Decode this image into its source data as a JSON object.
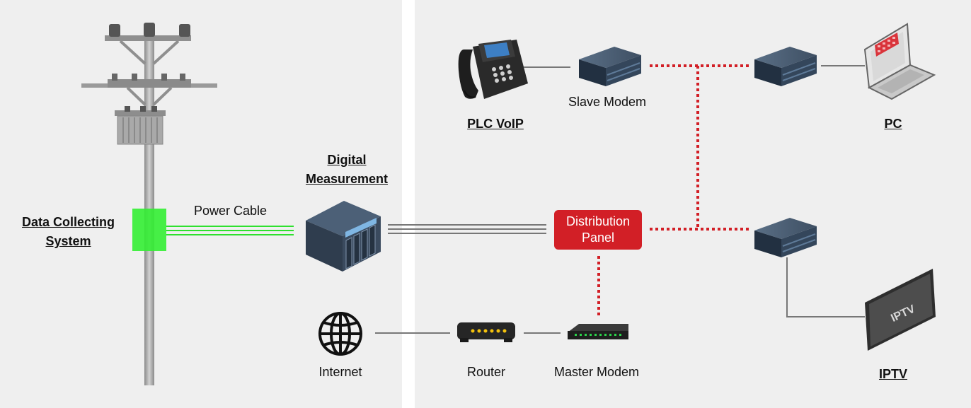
{
  "labels": {
    "data_collecting_system": "Data Collecting\nSystem",
    "power_cable": "Power Cable",
    "digital_measurement": "Digital\nMeasurement",
    "plc_voip": "PLC VoIP",
    "slave_modem": "Slave Modem",
    "pc": "PC",
    "distribution_panel": "Distribution\nPanel",
    "internet": "Internet",
    "router": "Router",
    "master_modem": "Master Modem",
    "iptv": "IPTV",
    "iptv_screen_text": "IPTV"
  },
  "colors": {
    "panel_bg": "#efefef",
    "power_cable": "#2ee02e",
    "collector_box": "#33ee33",
    "signal_dotted": "#d21f26",
    "distribution_panel": "#d21f26",
    "wire": "#777777"
  }
}
